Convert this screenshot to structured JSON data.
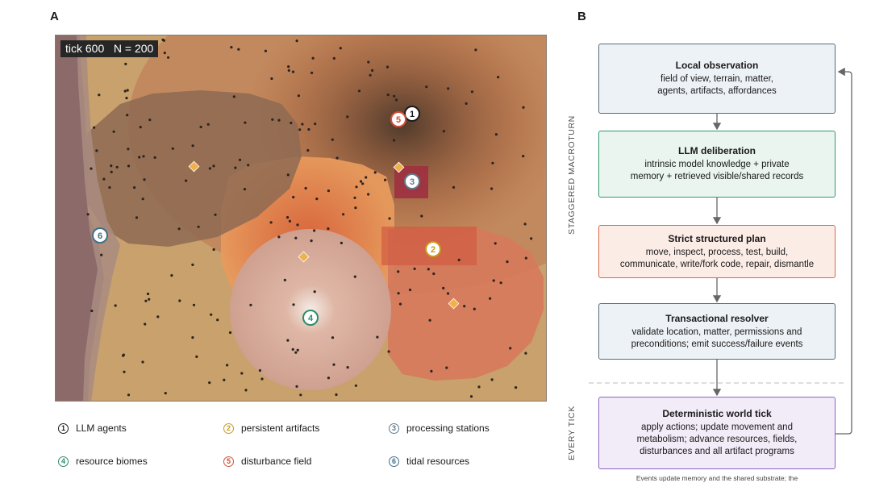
{
  "panel_a": {
    "letter": "A",
    "tick_label": "tick 600   N = 200",
    "markers": [
      {
        "num": "1",
        "color": "#1a1a1a"
      },
      {
        "num": "5",
        "color": "#d0503c"
      },
      {
        "num": "3",
        "color": "#607a8e"
      },
      {
        "num": "2",
        "color": "#c99a1e"
      },
      {
        "num": "6",
        "color": "#3f6f88"
      },
      {
        "num": "4",
        "color": "#2e8a6a"
      }
    ],
    "legend": [
      {
        "num": "1",
        "label": "LLM agents",
        "color": "#1a1a1a"
      },
      {
        "num": "2",
        "label": "persistent artifacts",
        "color": "#c99a1e"
      },
      {
        "num": "3",
        "label": "processing stations",
        "color": "#607a8e"
      },
      {
        "num": "4",
        "label": "resource biomes",
        "color": "#2e8a6a"
      },
      {
        "num": "5",
        "label": "disturbance field",
        "color": "#d0503c"
      },
      {
        "num": "6",
        "label": "tidal resources",
        "color": "#3f6f88"
      }
    ]
  },
  "panel_b": {
    "letter": "B",
    "macroturn_label": "STAGGERED MACROTURN",
    "every_tick_label": "EVERY TICK",
    "boxes": [
      {
        "title": "Local observation",
        "body": "field of view, terrain, matter,\nagents, artifacts, affordances",
        "border": "#5a6b78",
        "fill": "#edf2f6"
      },
      {
        "title": "LLM deliberation",
        "body": "intrinsic model knowledge + private\nmemory + retrieved visible/shared records",
        "border": "#2f9a6e",
        "fill": "#e9f5ee"
      },
      {
        "title": "Strict structured plan",
        "body": "move, inspect, process, test, build,\ncommunicate, write/fork code, repair, dismantle",
        "border": "#d9694a",
        "fill": "#fbece6"
      },
      {
        "title": "Transactional resolver",
        "body": "validate location, matter, permissions and\npreconditions; emit success/failure events",
        "border": "#5a6b78",
        "fill": "#edf2f6"
      },
      {
        "title": "Deterministic world tick",
        "body": "apply actions; update movement and\nmetabolism; advance resources, fields,\ndisturbances and all artifact programs",
        "border": "#8b62c0",
        "fill": "#f2ecf9"
      }
    ],
    "footer": "Events update memory and the shared substrate; the"
  }
}
